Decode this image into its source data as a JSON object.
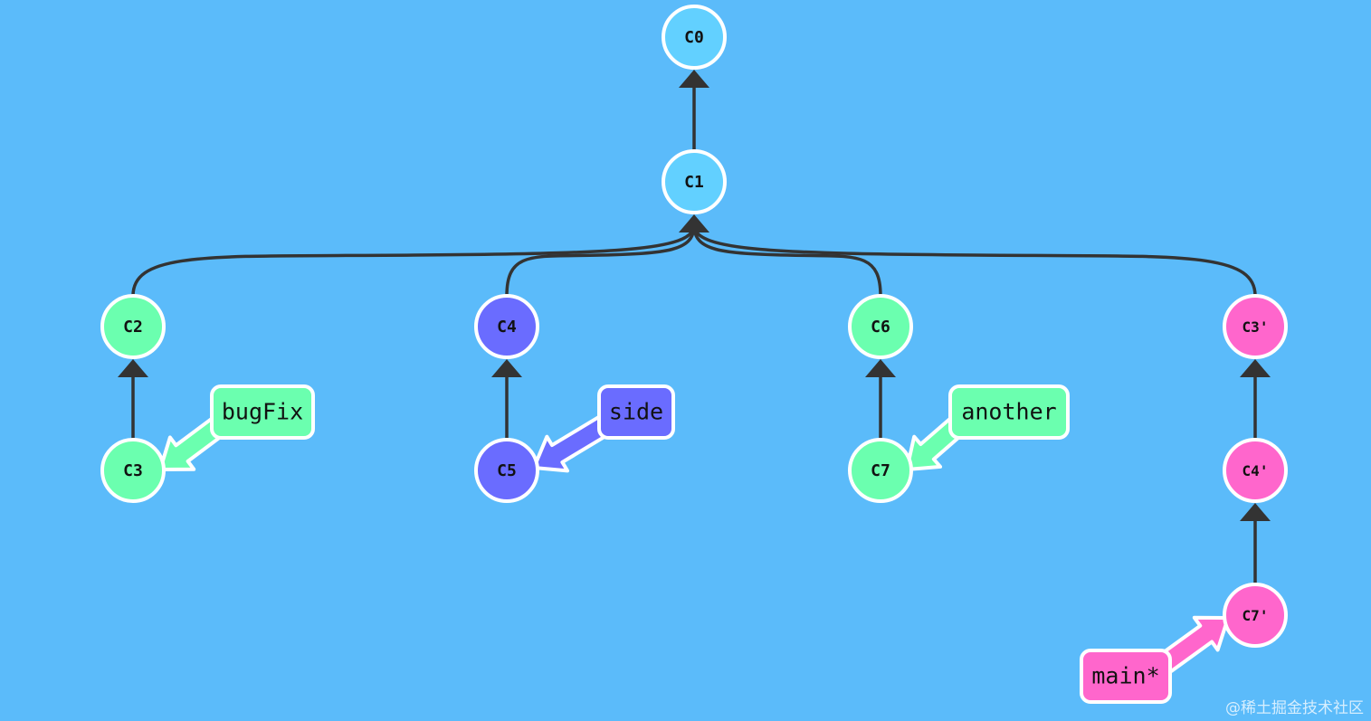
{
  "colors": {
    "background": "#5bbbfa",
    "base": "#62d0ff",
    "green": "#6bffaf",
    "blue": "#6a6cff",
    "pink": "#ff66cc",
    "edge": "#333333",
    "outline": "#ffffff"
  },
  "commits": [
    {
      "id": "C0",
      "label": "C0",
      "color": "base"
    },
    {
      "id": "C1",
      "label": "C1",
      "color": "base"
    },
    {
      "id": "C2",
      "label": "C2",
      "color": "green"
    },
    {
      "id": "C3",
      "label": "C3",
      "color": "green"
    },
    {
      "id": "C4",
      "label": "C4",
      "color": "blue"
    },
    {
      "id": "C5",
      "label": "C5",
      "color": "blue"
    },
    {
      "id": "C6",
      "label": "C6",
      "color": "green"
    },
    {
      "id": "C7",
      "label": "C7",
      "color": "green"
    },
    {
      "id": "C3p",
      "label": "C3'",
      "color": "pink"
    },
    {
      "id": "C4p",
      "label": "C4'",
      "color": "pink"
    },
    {
      "id": "C7p",
      "label": "C7'",
      "color": "pink"
    }
  ],
  "edges": [
    {
      "from": "C1",
      "to": "C0"
    },
    {
      "from": "C2",
      "to": "C1"
    },
    {
      "from": "C4",
      "to": "C1"
    },
    {
      "from": "C6",
      "to": "C1"
    },
    {
      "from": "C3p",
      "to": "C1"
    },
    {
      "from": "C3",
      "to": "C2"
    },
    {
      "from": "C5",
      "to": "C4"
    },
    {
      "from": "C7",
      "to": "C6"
    },
    {
      "from": "C4p",
      "to": "C3p"
    },
    {
      "from": "C7p",
      "to": "C4p"
    }
  ],
  "branches": [
    {
      "name": "bugFix",
      "target": "C3",
      "color": "green"
    },
    {
      "name": "side",
      "target": "C5",
      "color": "blue"
    },
    {
      "name": "another",
      "target": "C7",
      "color": "green"
    },
    {
      "name": "main*",
      "target": "C7p",
      "color": "pink"
    }
  ],
  "watermark": "@稀土掘金技术社区"
}
